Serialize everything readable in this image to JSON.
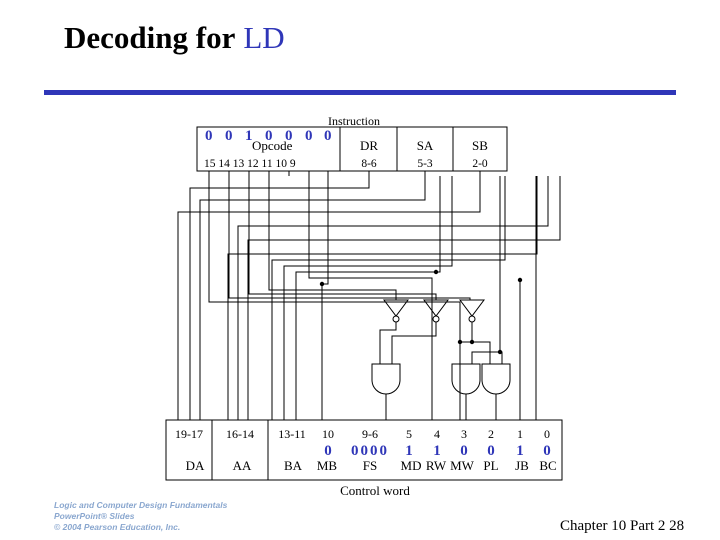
{
  "slide": {
    "title_prefix": "Decoding for",
    "title_highlight": "LD",
    "footer": "Chapter 10 Part 2 28",
    "logo_lines": [
      "Logic and Computer Design Fundamentals",
      "PowerPoint® Slides",
      "© 2004 Pearson Education, Inc."
    ]
  },
  "instruction": {
    "label": "Instruction",
    "opcode_bits": [
      "0",
      "0",
      "1",
      "0",
      "0",
      "0",
      "0"
    ],
    "opcode_label": "Opcode",
    "opcode_bit_numbers": "15 14 13 12 11 10 9",
    "fields": [
      {
        "name": "DR",
        "bits": "8-6"
      },
      {
        "name": "SA",
        "bits": "5-3"
      },
      {
        "name": "SB",
        "bits": "2-0"
      }
    ]
  },
  "control_word": {
    "label": "Control word",
    "columns": [
      {
        "bits": "19-17",
        "name": "DA"
      },
      {
        "bits": "16-14",
        "name": "AA"
      },
      {
        "bits": "13-11",
        "name": "BA"
      },
      {
        "bits": "10",
        "name": "MB"
      },
      {
        "bits": "9-6",
        "name": "FS"
      },
      {
        "bits": "5",
        "name": "MD"
      },
      {
        "bits": "4",
        "name": "RW"
      },
      {
        "bits": "3",
        "name": "MW"
      },
      {
        "bits": "2",
        "name": "PL"
      },
      {
        "bits": "1",
        "name": "JB"
      },
      {
        "bits": "0",
        "name": "BC"
      }
    ],
    "values": {
      "MB": "0",
      "FS": "0000",
      "MD": "1",
      "RW": "1",
      "MW": "0",
      "PL": "0",
      "JB": "1",
      "BC": "0"
    }
  },
  "colors": {
    "accent": "#2f36b8",
    "logo": "#8aa7cf"
  }
}
